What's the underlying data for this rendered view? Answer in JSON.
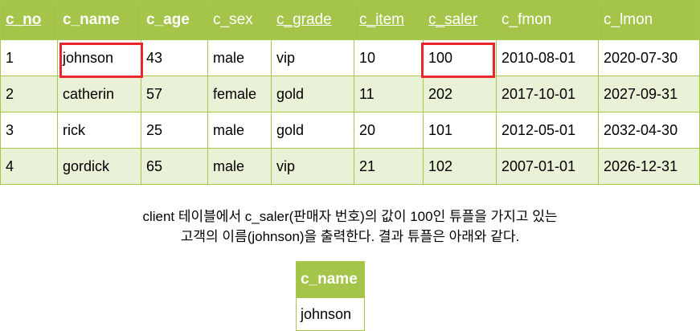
{
  "client_table": {
    "headers": [
      "c_no",
      "c_name",
      "c_age",
      "c_sex",
      "c_grade",
      "c_item",
      "c_saler",
      "c_fmon",
      "c_lmon"
    ],
    "rows": [
      [
        "1",
        "johnson",
        "43",
        "male",
        "vip",
        "10",
        "100",
        "2010-08-01",
        "2020-07-30"
      ],
      [
        "2",
        "catherin",
        "57",
        "female",
        "gold",
        "11",
        "202",
        "2017-10-01",
        "2027-09-31"
      ],
      [
        "3",
        "rick",
        "25",
        "male",
        "gold",
        "20",
        "101",
        "2012-05-01",
        "2032-04-30"
      ],
      [
        "4",
        "gordick",
        "65",
        "male",
        "vip",
        "21",
        "102",
        "2007-01-01",
        "2026-12-31"
      ]
    ]
  },
  "highlight_color": "#e8262b",
  "header_color": "#a4c44a",
  "stripe_color": "#e9f1d6",
  "caption": {
    "line1": "client 테이블에서 c_saler(판매자 번호)의 값이 100인 튜플을 가지고 있는",
    "line2": "고객의 이름(johnson)을 출력한다. 결과 튜플은 아래와 같다."
  },
  "result_table": {
    "header": "c_name",
    "value": "johnson"
  }
}
